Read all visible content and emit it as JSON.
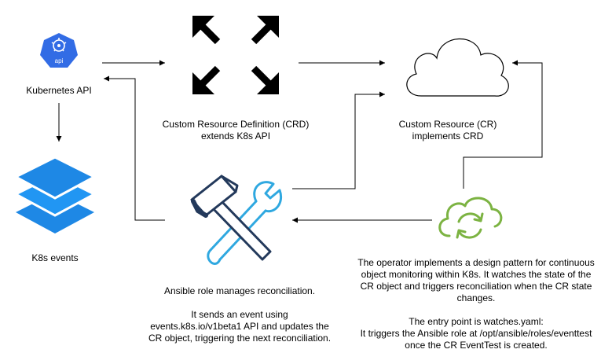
{
  "nodes": {
    "kubernetes_api": {
      "label": "Kubernetes API",
      "badge": "api",
      "icon": "kubernetes-api-icon"
    },
    "k8s_events": {
      "label": "K8s events",
      "icon": "stacked-layers-icon"
    },
    "crd": {
      "label": "Custom Resource Definition (CRD)\nextends K8s API",
      "icon": "expand-arrows-icon"
    },
    "cr": {
      "label": "Custom Resource (CR)\nimplements CRD",
      "icon": "cloud-icon"
    },
    "ansible_role": {
      "label": "Ansible role manages reconciliation.\n\nIt sends an event using\nevents.k8s.io/v1beta1 API and updates the\nCR object, triggering the next reconciliation.",
      "icon": "hammer-wrench-icon"
    },
    "operator": {
      "label": "The operator implements a design pattern for continuous\nobject monitoring within K8s. It watches the state of the\nCR object and triggers reconciliation when the CR state\nchanges.\n\nThe entry point is watches.yaml:\nIt triggers the Ansible role at /opt/ansible/roles/eventtest\nonce the CR EventTest is created.",
      "icon": "cloud-sync-icon"
    }
  },
  "colors": {
    "kubernetes_blue": "#326CE5",
    "layers_blue": "#1E88E5",
    "tools_navy": "#23395B",
    "tools_cyan": "#2FA8E0",
    "operator_green": "#7CB342",
    "arrow": "#000000"
  }
}
